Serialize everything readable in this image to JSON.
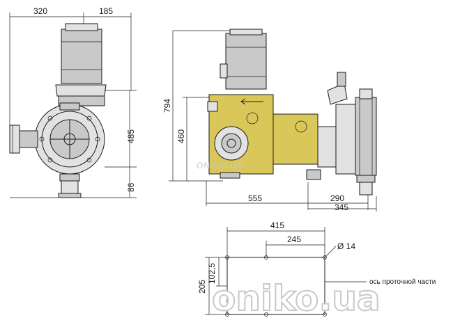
{
  "dimensions": {
    "front_width_left": "320",
    "front_width_right": "185",
    "front_height_total": "485",
    "front_height_base": "86",
    "side_height_total": "794",
    "side_height_center": "460",
    "side_length_main": "555",
    "side_length_head": "290",
    "side_length_total": "345",
    "base_width_total": "415",
    "base_width_holes": "245",
    "hole_diameter": "Ø 14",
    "base_depth_total": "205",
    "base_depth_half": "102,5"
  },
  "callouts": {
    "flow_axis": "ось проточной части"
  },
  "watermark": {
    "small": "ONIKO.UA",
    "large": "oniko.ua"
  }
}
